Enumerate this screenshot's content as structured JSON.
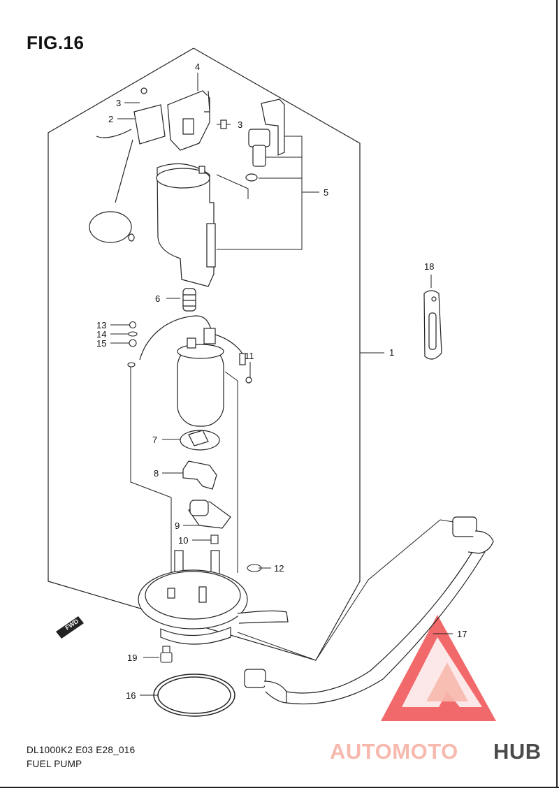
{
  "figure": {
    "title": "FIG.16",
    "model_code": "DL1000K2 E03 E28_016",
    "caption": "FUEL PUMP"
  },
  "fwd_marker": "FWD",
  "callouts": {
    "c1": "1",
    "c2": "2",
    "c3a": "3",
    "c3b": "3",
    "c4": "4",
    "c5": "5",
    "c6": "6",
    "c7": "7",
    "c8": "8",
    "c9": "9",
    "c10": "10",
    "c11": "11",
    "c12": "12",
    "c13": "13",
    "c14": "14",
    "c15": "15",
    "c16": "16",
    "c17": "17",
    "c18": "18",
    "c19": "19"
  },
  "watermark": {
    "part1": "AUTOMOTO",
    "part2": "HUB",
    "color_primary": "#f0595a",
    "color_secondary": "#f7b9ad",
    "color_dark": "#4a4a4a"
  }
}
